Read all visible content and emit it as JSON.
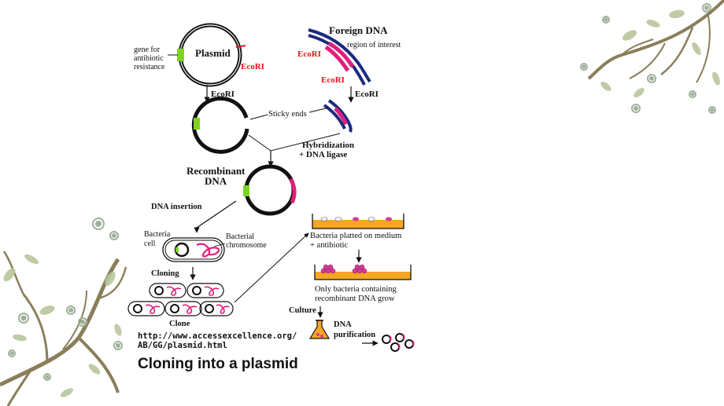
{
  "diagram": {
    "plasmid": {
      "title": "Plasmid",
      "gene_label_1": "gene for",
      "gene_label_2": "antibiotic",
      "gene_label_3": "resistance",
      "ecori": "EcoRI"
    },
    "foreign_dna": {
      "title": "Foreign DNA",
      "region_label": "region of interest",
      "ecori_left": "EcoRI",
      "ecori_bottom": "EcoRI"
    },
    "step_ecori_left": "EcoRI",
    "step_ecori_right": "EcoRI",
    "sticky_ends": "Sticky ends",
    "hybridization_1": "Hybridization",
    "hybridization_2": "+ DNA ligase",
    "recombinant_1": "Recombinant",
    "recombinant_2": "DNA",
    "dna_insertion": "DNA insertion",
    "bacteria_cell_1": "Bacteria",
    "bacteria_cell_2": "cell",
    "bacterial_chromosome_1": "Bacterial",
    "bacterial_chromosome_2": "chromosome",
    "cloning": "Cloning",
    "clone": "Clone",
    "plated_1": "Bacteria platted on medium",
    "plated_2": "+ antibiotic",
    "only_1": "Only bacteria containing",
    "only_2": "recombinant DNA grow",
    "culture": "Culture",
    "purification_1": "DNA",
    "purification_2": "purification",
    "url_1": "http://www.accessexcellence.org/",
    "url_2": "AB/GG/plasmid.html",
    "caption": "Cloning into a plasmid"
  },
  "colors": {
    "green_gene": "#7ed321",
    "pink_insert": "#e0207a",
    "navy_strand": "#1c2a80",
    "agar_orange": "#f5a623",
    "branch_brown": "#8a7e5a",
    "leaf_green": "#a8b88a"
  }
}
